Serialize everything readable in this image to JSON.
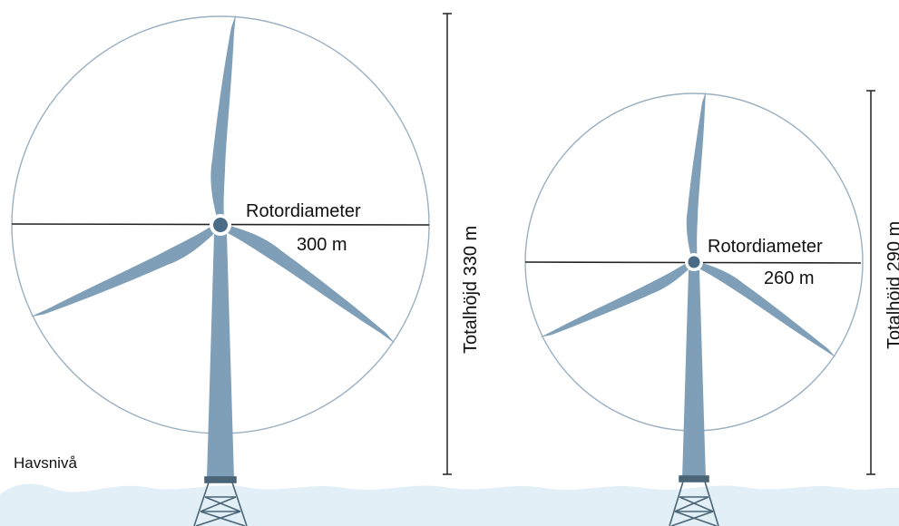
{
  "colors": {
    "blade": "#7f9fb9",
    "tower": "#7f9fb9",
    "hub": "#4a6b86",
    "circle": "#9ab0c2",
    "sea": "#e2eff6",
    "foundation": "#4a6577",
    "line": "#222222"
  },
  "sea_level_label": "Havsnivå",
  "turbines": [
    {
      "rotor_label": "Rotordiameter",
      "rotor_value": "300 m",
      "height_label": "Totalhöjd 330 m"
    },
    {
      "rotor_label": "Rotordiameter",
      "rotor_value": "260 m",
      "height_label": "Totalhöjd 290 m"
    }
  ]
}
